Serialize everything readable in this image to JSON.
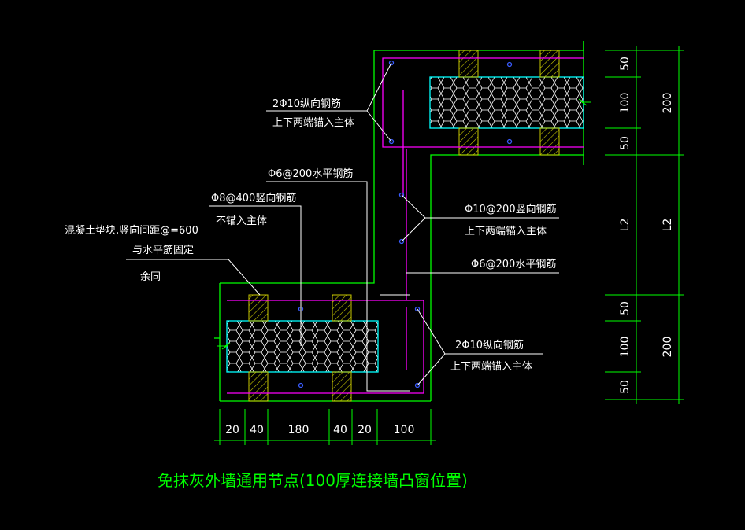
{
  "title": "免抹灰外墙通用节点(100厚连接墙凸窗位置)",
  "notes": {
    "top_bars_line1": "2Φ10纵向钢筋",
    "top_bars_line2": "上下两端锚入主体",
    "horiz_upper": "Φ6@200水平钢筋",
    "vert_bars_line1": "Φ8@400竖向钢筋",
    "vert_bars_line2": "不锚入主体",
    "block_line1": "混凝土垫块,竖向间距@=600",
    "block_line2": "与水平筋固定",
    "block_line3": "余同",
    "mid_bars_line1": "Φ10@200竖向钢筋",
    "mid_bars_line2": "上下两端锚入主体",
    "horiz_lower": "Φ6@200水平钢筋",
    "bottom_bars_line1": "2Φ10纵向钢筋",
    "bottom_bars_line2": "上下两端锚入主体"
  },
  "bottom_dims": [
    "20",
    "40",
    "180",
    "40",
    "20",
    "100"
  ],
  "right_dims_inner": [
    "50",
    "100",
    "50",
    "L2",
    "50",
    "100",
    "50"
  ],
  "right_dims_outer": [
    "200",
    "L2",
    "200"
  ],
  "colors": {
    "wall": "#00ff00",
    "rebar": "#ff00ff",
    "insulation": "#00ffff",
    "leader": "#ffffff",
    "block_hatch": "#c8c800",
    "bar_dot": "#3a5cff",
    "title": "#00ff00"
  }
}
